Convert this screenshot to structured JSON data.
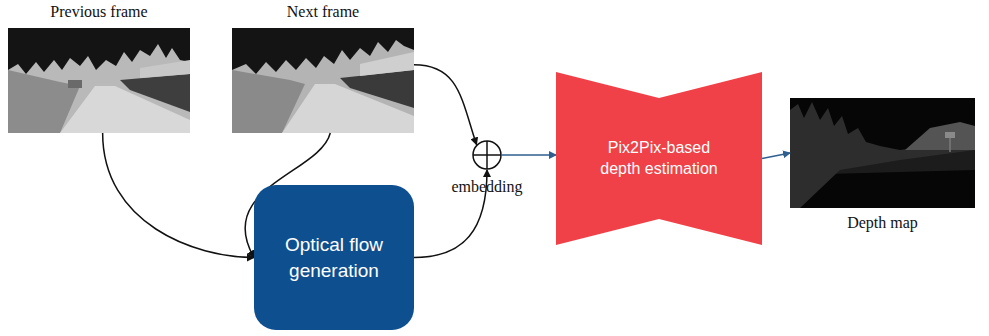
{
  "diagram": {
    "nodes": [
      {
        "text": [
          "Previous frame"
        ]
      },
      {
        "text": [
          "Next frame"
        ]
      },
      {
        "text": [
          "Optical flow generation"
        ]
      },
      {
        "text": [
          "embedding"
        ]
      },
      {
        "text": [
          "Pix2Pix-based depth estimation"
        ]
      },
      {
        "text": [
          "Depth map"
        ]
      }
    ],
    "edges": [
      {
        "from": 0,
        "to": 2,
        "arrow": "to"
      },
      {
        "from": 1,
        "to": 2,
        "arrow": "to"
      },
      {
        "from": 1,
        "to": 3,
        "arrow": "to"
      },
      {
        "from": 2,
        "to": 3,
        "arrow": "to"
      },
      {
        "from": 3,
        "to": 4,
        "arrow": "to"
      },
      {
        "from": 4,
        "to": 5,
        "arrow": "to"
      }
    ]
  }
}
